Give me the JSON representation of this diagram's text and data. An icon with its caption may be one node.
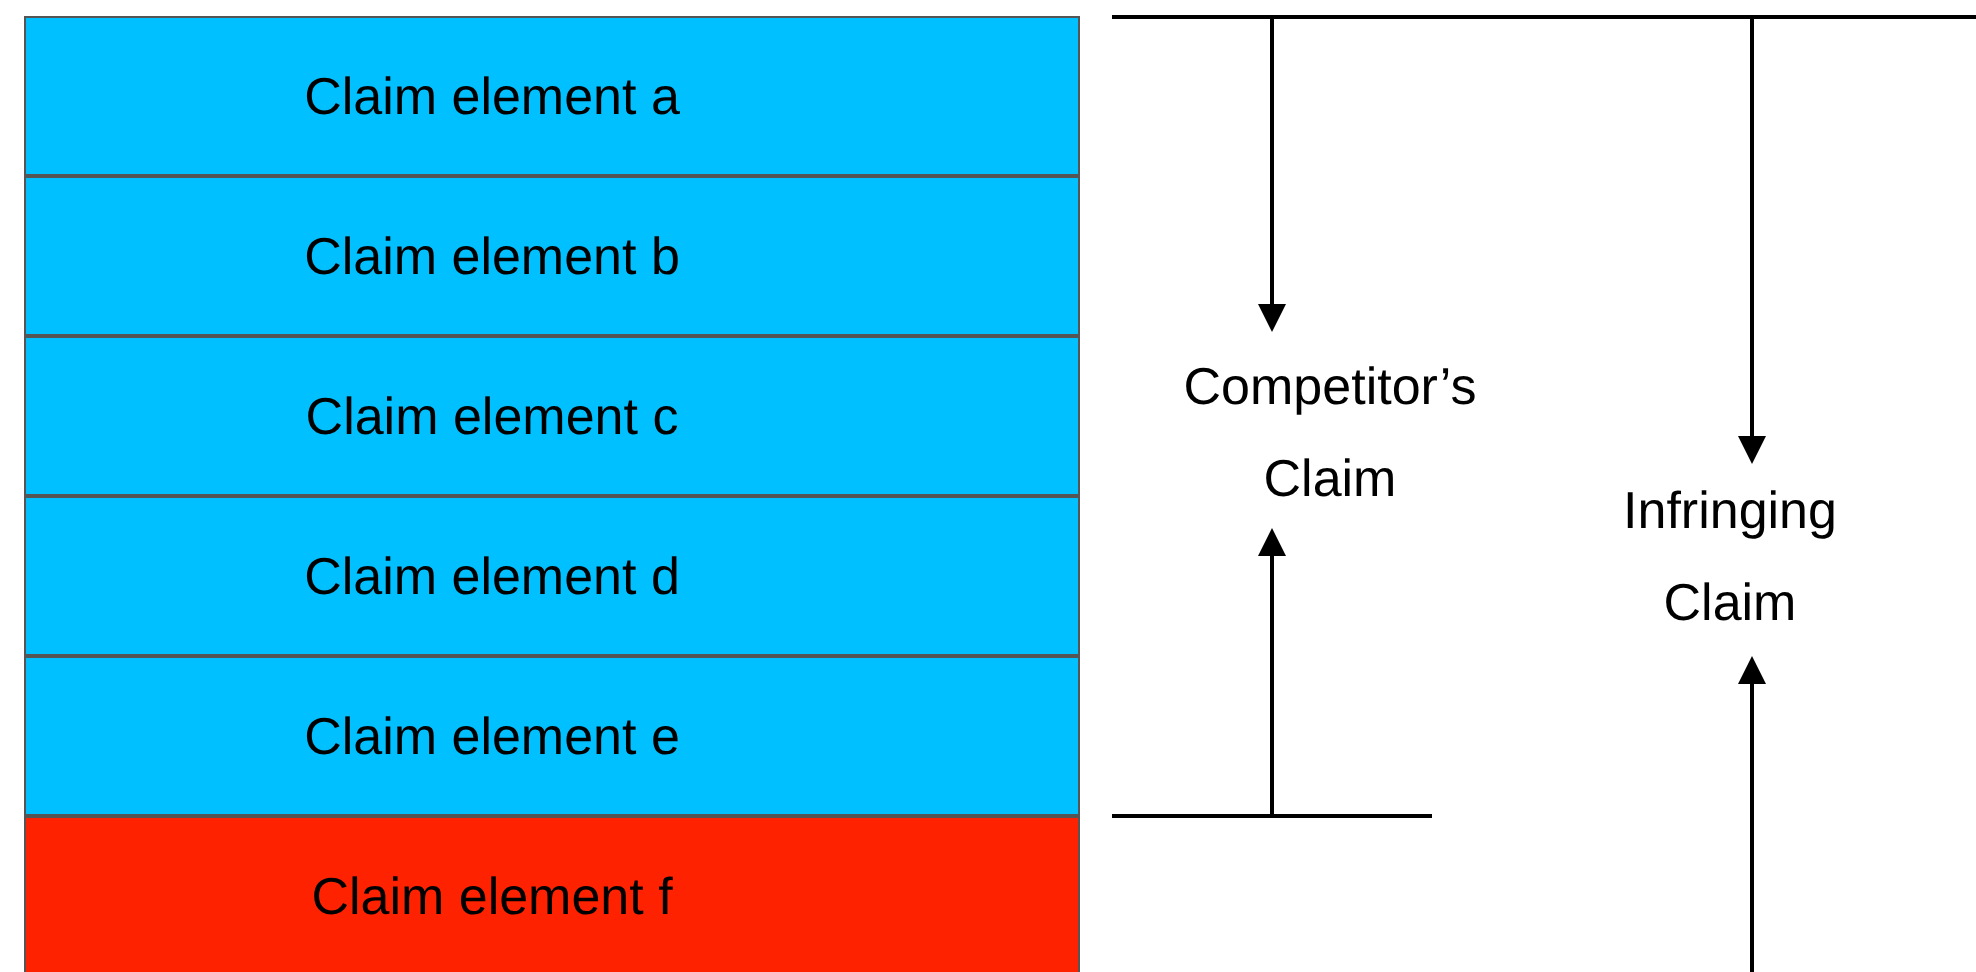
{
  "diagram": {
    "nodes": [
      {
        "text": [
          "Claim element a"
        ]
      },
      {
        "text": [
          "Claim element b"
        ]
      },
      {
        "text": [
          "Claim element c"
        ]
      },
      {
        "text": [
          "Claim element d"
        ]
      },
      {
        "text": [
          "Claim element e"
        ]
      },
      {
        "text": [
          "Claim element f"
        ]
      }
    ],
    "labels": [
      "Competitor’s Claim",
      "Infringing Claim"
    ]
  }
}
